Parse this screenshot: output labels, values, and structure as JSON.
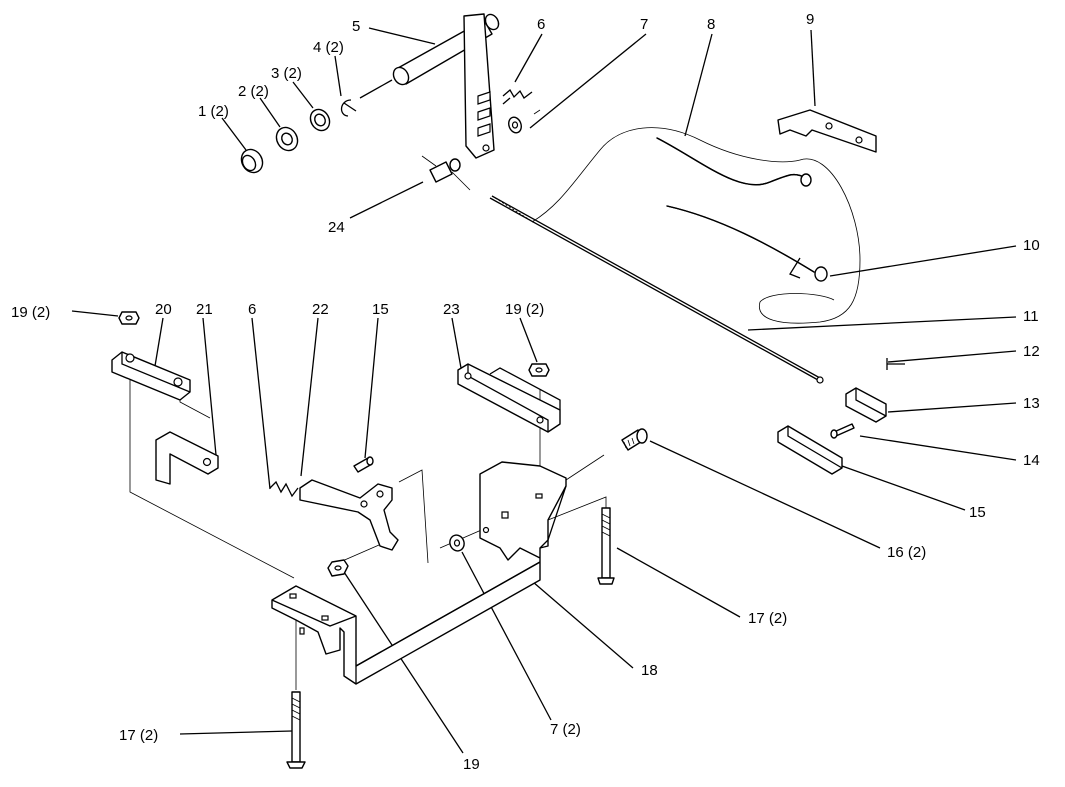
{
  "diagram": {
    "callouts": [
      {
        "id": "c1",
        "text": "1 (2)"
      },
      {
        "id": "c2",
        "text": "2 (2)"
      },
      {
        "id": "c3",
        "text": "3 (2)"
      },
      {
        "id": "c4",
        "text": "4 (2)"
      },
      {
        "id": "c5",
        "text": "5"
      },
      {
        "id": "c6a",
        "text": "6"
      },
      {
        "id": "c7a",
        "text": "7"
      },
      {
        "id": "c8",
        "text": "8"
      },
      {
        "id": "c9",
        "text": "9"
      },
      {
        "id": "c10",
        "text": "10"
      },
      {
        "id": "c11",
        "text": "11"
      },
      {
        "id": "c12",
        "text": "12"
      },
      {
        "id": "c13",
        "text": "13"
      },
      {
        "id": "c14",
        "text": "14"
      },
      {
        "id": "c15a",
        "text": "15"
      },
      {
        "id": "c16",
        "text": "16 (2)"
      },
      {
        "id": "c17a",
        "text": "17 (2)"
      },
      {
        "id": "c18",
        "text": "18"
      },
      {
        "id": "c7b",
        "text": "7 (2)"
      },
      {
        "id": "c19a",
        "text": "19"
      },
      {
        "id": "c17b",
        "text": "17 (2)"
      },
      {
        "id": "c24",
        "text": "24"
      },
      {
        "id": "c19b",
        "text": "19 (2)"
      },
      {
        "id": "c20",
        "text": "20"
      },
      {
        "id": "c21",
        "text": "21"
      },
      {
        "id": "c6b",
        "text": "6"
      },
      {
        "id": "c22",
        "text": "22"
      },
      {
        "id": "c15b",
        "text": "15"
      },
      {
        "id": "c23",
        "text": "23"
      },
      {
        "id": "c19c",
        "text": "19 (2)"
      }
    ]
  }
}
